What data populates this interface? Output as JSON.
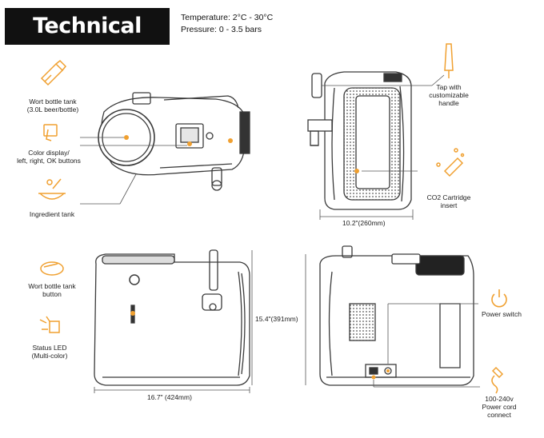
{
  "title": "Technical Specs",
  "specs": {
    "temperature": "Temperature:  2°C - 30°C",
    "pressure": "Pressure:  0 - 3.5 bars"
  },
  "top_view": {
    "wort_tank": [
      "Wort bottle tank",
      "(3.0L beer/bottle)"
    ],
    "display": [
      "Color display/",
      "left, right, OK buttons"
    ],
    "ingredient": [
      "Ingredient tank"
    ]
  },
  "front_view": {
    "tap": [
      "Tap with",
      "customizable",
      "handle"
    ],
    "co2": [
      "CO2 Cartridge",
      "insert"
    ],
    "width": "10.2\"(260mm)"
  },
  "side_view": {
    "wort_button": [
      "Wort bottle tank",
      "button"
    ],
    "status_led": [
      "Status LED",
      "(Multi-color)"
    ],
    "height": "15.4\"(391mm)",
    "length": "16.7\" (424mm)"
  },
  "back_view": {
    "power_switch": [
      "Power switch"
    ],
    "power_cord": [
      "100-240v",
      "Power cord",
      "connect"
    ]
  },
  "colors": {
    "accent": "#f0a030",
    "line": "#3a3a3a",
    "title_bg": "#111111"
  }
}
